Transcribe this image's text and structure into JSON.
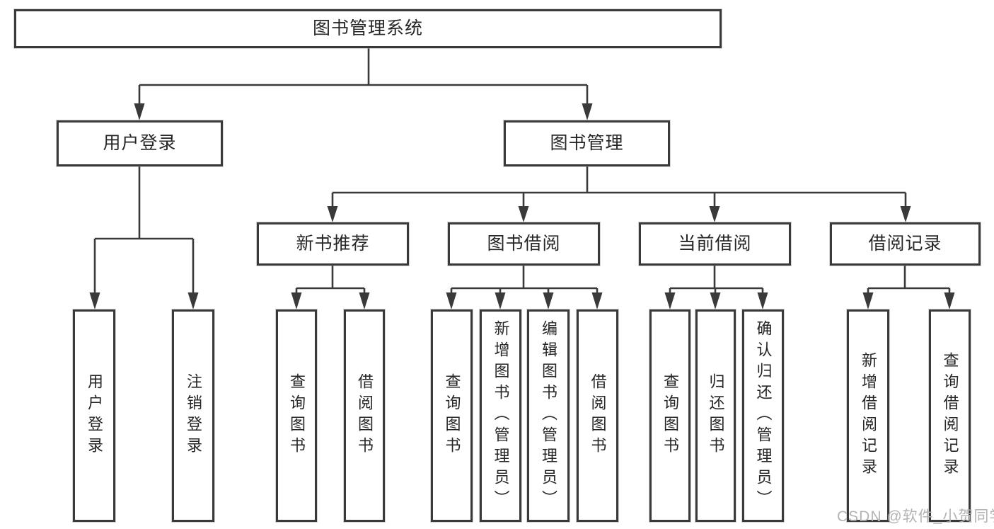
{
  "watermark": "CSDN @软件_小贺同学",
  "colors": {
    "line": "#3a3a3a",
    "border": "#3a3a3a",
    "text": "#262626",
    "watermark": "#b3b3b3"
  },
  "tree": {
    "root": "图书管理系统",
    "level2": [
      "用户登录",
      "图书管理"
    ],
    "level3": [
      "新书推荐",
      "图书借阅",
      "当前借阅",
      "借阅记录"
    ],
    "leaves": {
      "user_login": [
        "用户登录",
        "注销登录"
      ],
      "new_books": [
        "查询图书",
        "借阅图书"
      ],
      "book_borrow": [
        "查询图书",
        "新增图书（管理员）",
        "编辑图书（管理员）",
        "借阅图书"
      ],
      "current_borrow": [
        "查询图书",
        "归还图书",
        "确认归还（管理员）"
      ],
      "borrow_records": [
        "新增借阅记录",
        "查询借阅记录"
      ]
    }
  }
}
